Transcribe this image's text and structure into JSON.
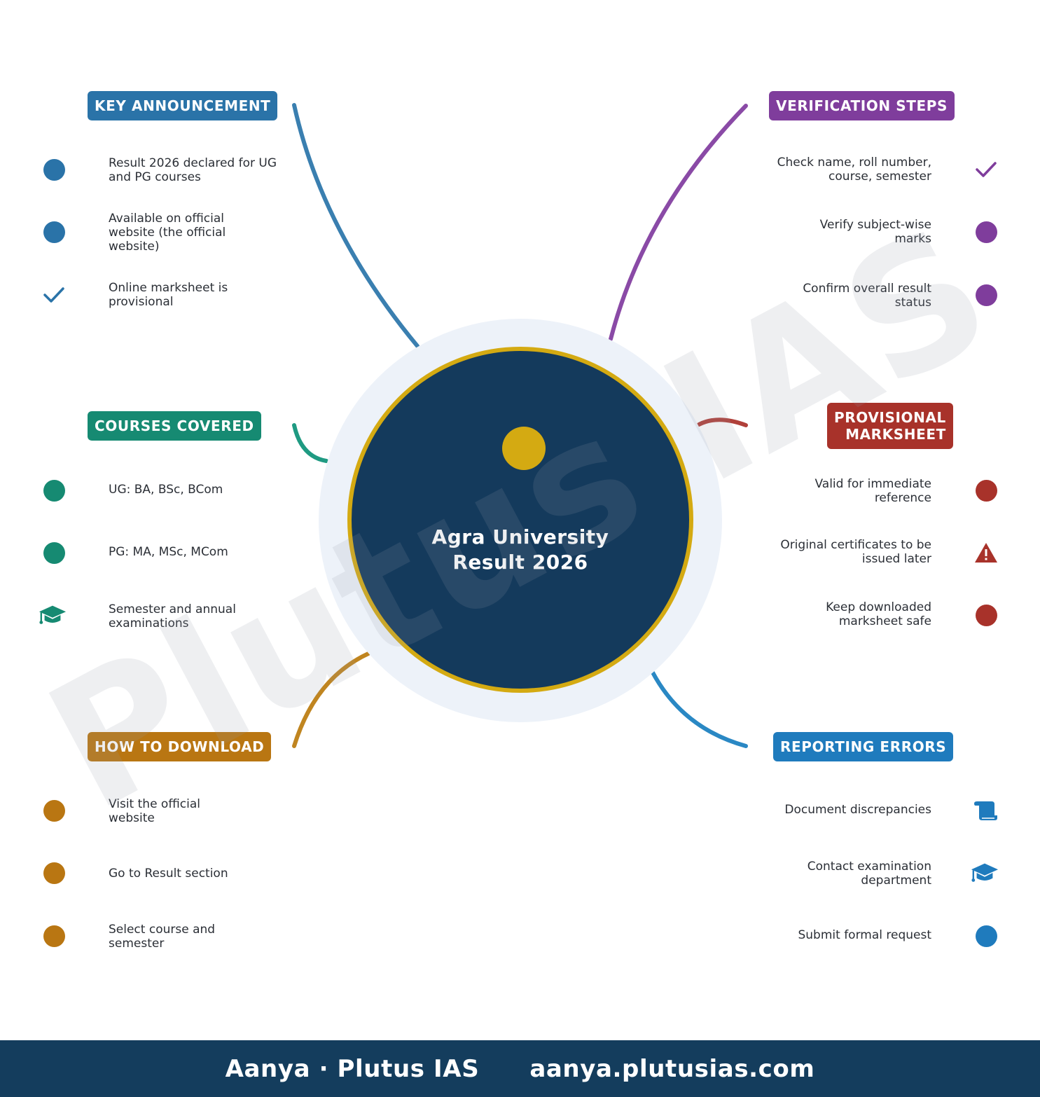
{
  "hub": {
    "title_line1": "Agra University",
    "title_line2": "Result 2026"
  },
  "watermark": "Plutus IAS",
  "colors": {
    "navy": "#143a5c",
    "gold": "#d4aa12",
    "blue": "#2a73a8",
    "purple": "#7f3d9c",
    "teal": "#168a72",
    "red": "#a8322a",
    "orange": "#b97612",
    "sky": "#1f7bbd"
  },
  "branches": {
    "key_announcement": {
      "title": "KEY ANNOUNCEMENT",
      "color": "#2a73a8",
      "items": [
        {
          "text": "Result 2026 declared for UG and PG courses",
          "icon": "dot"
        },
        {
          "text": "Available on official website (the official website)",
          "icon": "dot"
        },
        {
          "text": "Online marksheet is provisional",
          "icon": "check-icon"
        }
      ]
    },
    "verification_steps": {
      "title": "VERIFICATION STEPS",
      "color": "#7f3d9c",
      "items": [
        {
          "text": "Check name, roll number, course, semester",
          "icon": "check-icon"
        },
        {
          "text": "Verify subject-wise marks",
          "icon": "dot"
        },
        {
          "text": "Confirm overall result status",
          "icon": "dot"
        }
      ]
    },
    "courses_covered": {
      "title": "COURSES COVERED",
      "color": "#168a72",
      "items": [
        {
          "text": "UG: BA, BSc, BCom",
          "icon": "dot"
        },
        {
          "text": "PG: MA, MSc, MCom",
          "icon": "dot"
        },
        {
          "text": "Semester and annual examinations",
          "icon": "graduation-cap-icon"
        }
      ]
    },
    "provisional_marksheet": {
      "title_line1": "PROVISIONAL",
      "title_line2": "MARKSHEET",
      "color": "#a8322a",
      "items": [
        {
          "text": "Valid for immediate reference",
          "icon": "dot"
        },
        {
          "text": "Original certificates to be issued later",
          "icon": "warning-icon"
        },
        {
          "text": "Keep downloaded marksheet safe",
          "icon": "dot"
        }
      ]
    },
    "how_to_download": {
      "title": "HOW TO DOWNLOAD",
      "color": "#b97612",
      "items": [
        {
          "text": "Visit the official website",
          "icon": "dot"
        },
        {
          "text": "Go to Result section",
          "icon": "dot"
        },
        {
          "text": "Select course and semester",
          "icon": "dot"
        }
      ]
    },
    "reporting_errors": {
      "title": "REPORTING ERRORS",
      "color": "#1f7bbd",
      "items": [
        {
          "text": "Document discrepancies",
          "icon": "scroll-icon"
        },
        {
          "text": "Contact examination department",
          "icon": "graduation-cap-icon"
        },
        {
          "text": "Submit formal request",
          "icon": "dot"
        }
      ]
    }
  },
  "footer": {
    "author": "Aanya · Plutus IAS",
    "url": "aanya.plutusias.com"
  }
}
